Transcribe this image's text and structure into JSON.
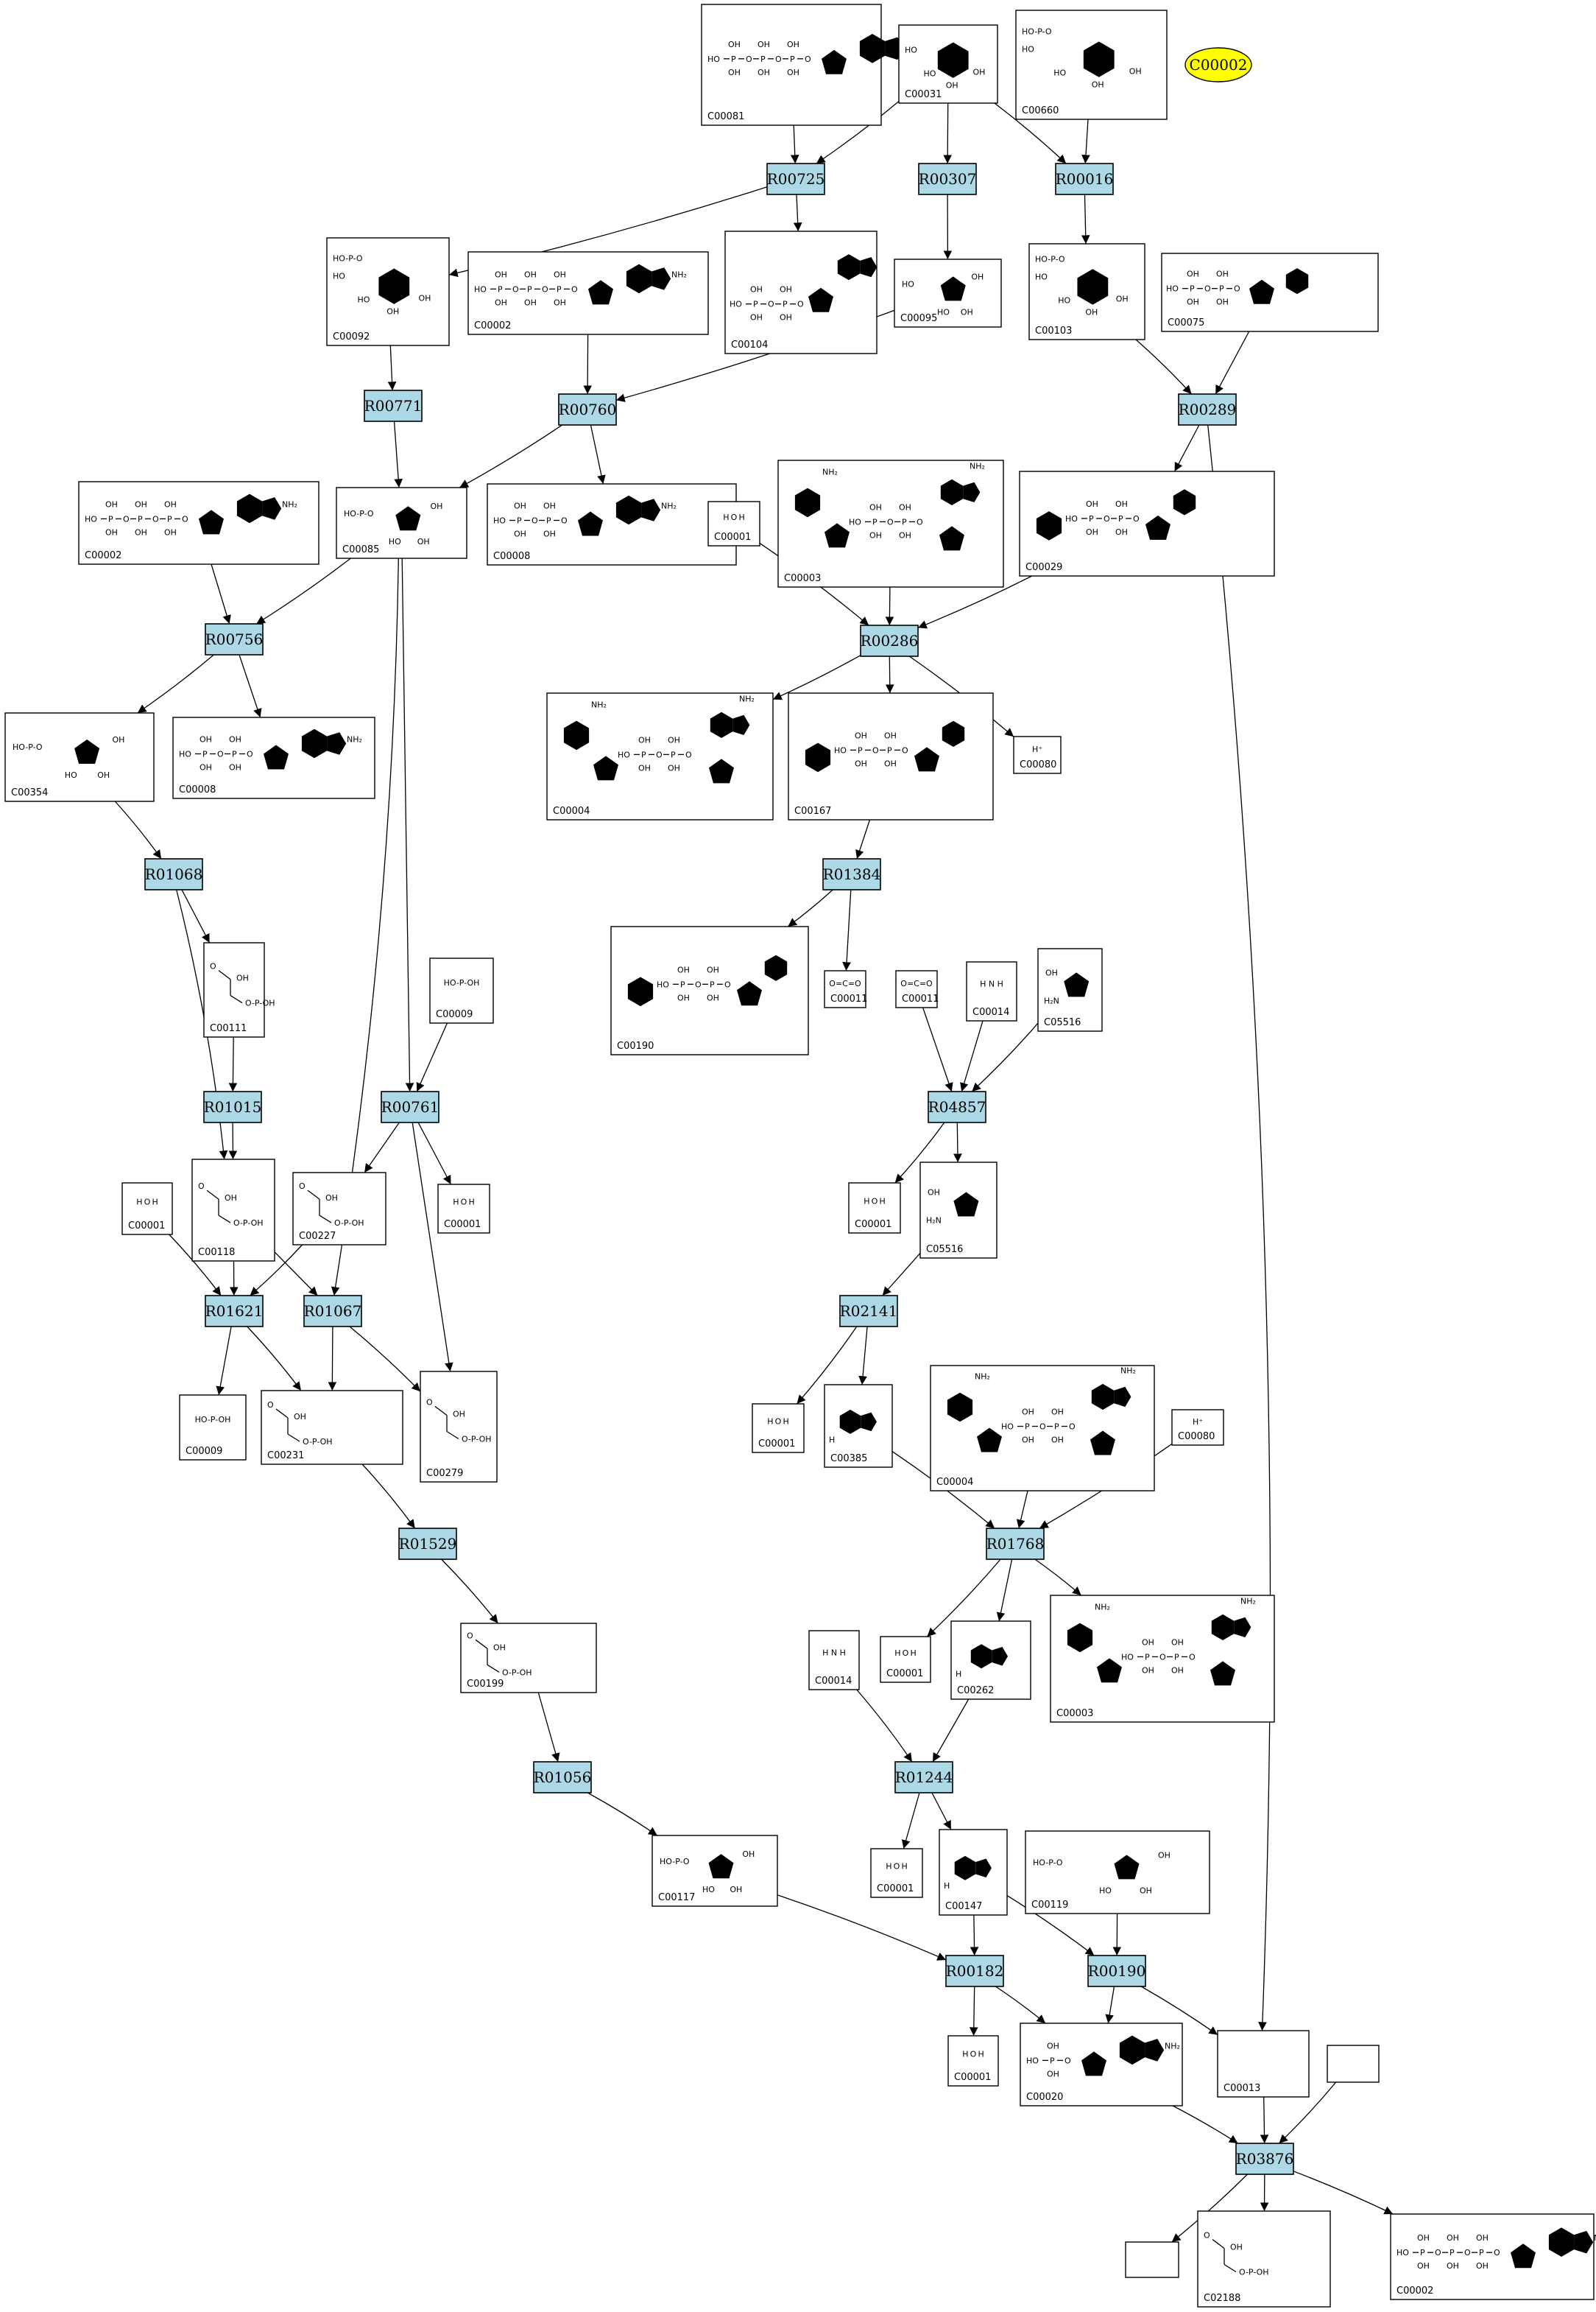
{
  "highlight": {
    "label": "C00002"
  },
  "reactions": [
    {
      "id": "R00725"
    },
    {
      "id": "R00307"
    },
    {
      "id": "R00016"
    },
    {
      "id": "R00771"
    },
    {
      "id": "R00760"
    },
    {
      "id": "R00289"
    },
    {
      "id": "R00756"
    },
    {
      "id": "R00286"
    },
    {
      "id": "R01068"
    },
    {
      "id": "R01384"
    },
    {
      "id": "R01015"
    },
    {
      "id": "R00761"
    },
    {
      "id": "R04857"
    },
    {
      "id": "R01621"
    },
    {
      "id": "R01067"
    },
    {
      "id": "R02141"
    },
    {
      "id": "R01529"
    },
    {
      "id": "R01768"
    },
    {
      "id": "R01056"
    },
    {
      "id": "R01244"
    },
    {
      "id": "R00182"
    },
    {
      "id": "R00190"
    },
    {
      "id": "R03876"
    }
  ],
  "compounds": [
    {
      "id": "C00081"
    },
    {
      "id": "C00031"
    },
    {
      "id": "C00660"
    },
    {
      "id": "C00092"
    },
    {
      "id": "C00002"
    },
    {
      "id": "C00104"
    },
    {
      "id": "C00095"
    },
    {
      "id": "C00103"
    },
    {
      "id": "C00075"
    },
    {
      "id": "C00002"
    },
    {
      "id": "C00085"
    },
    {
      "id": "C00008"
    },
    {
      "id": "C00001"
    },
    {
      "id": "C00003"
    },
    {
      "id": "C00029"
    },
    {
      "id": "C00354"
    },
    {
      "id": "C00008"
    },
    {
      "id": "C00004"
    },
    {
      "id": "C00167"
    },
    {
      "id": "C00080"
    },
    {
      "id": "C00111"
    },
    {
      "id": "C00190"
    },
    {
      "id": "C00011"
    },
    {
      "id": "C00011"
    },
    {
      "id": "C00014"
    },
    {
      "id": "C05516"
    },
    {
      "id": "C00009"
    },
    {
      "id": "C00001"
    },
    {
      "id": "C00118"
    },
    {
      "id": "C00227"
    },
    {
      "id": "C00001"
    },
    {
      "id": "C00001"
    },
    {
      "id": "C05516"
    },
    {
      "id": "C00009"
    },
    {
      "id": "C00231"
    },
    {
      "id": "C00279"
    },
    {
      "id": "C00001"
    },
    {
      "id": "C00385"
    },
    {
      "id": "C00004"
    },
    {
      "id": "C00080"
    },
    {
      "id": "C00199"
    },
    {
      "id": "C00014"
    },
    {
      "id": "C00001"
    },
    {
      "id": "C00262"
    },
    {
      "id": "C00003"
    },
    {
      "id": "C00117"
    },
    {
      "id": "C00001"
    },
    {
      "id": "C00147"
    },
    {
      "id": "C00119"
    },
    {
      "id": "C00001"
    },
    {
      "id": "C00020"
    },
    {
      "id": "C00013"
    },
    {
      "id": ""
    },
    {
      "id": ""
    },
    {
      "id": "C02188"
    },
    {
      "id": "C00002"
    }
  ],
  "formula_text": {
    "water": "H O H",
    "proton": "H⁺",
    "ammonia": "H N H",
    "phosphate": "HO-P-OH",
    "co2": "O=C=O"
  }
}
